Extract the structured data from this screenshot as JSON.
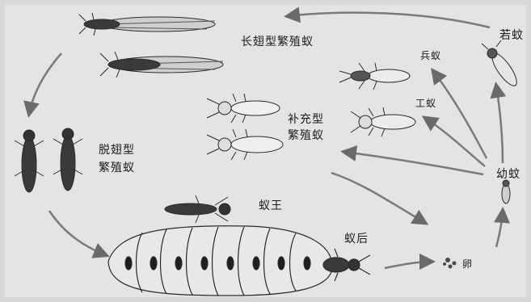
{
  "diagram": {
    "labels": {
      "long_wing": "长翅型繁殖蚁",
      "soldier": "兵蚁",
      "nymph": "若蚊",
      "worker": "工蚁",
      "supplementary_1": "补充型",
      "supplementary_2": "繁殖蚁",
      "dealate_1": "脱翅型",
      "dealate_2": "繁殖蚁",
      "larva": "幼蚊",
      "king": "蚁王",
      "queen": "蚁后",
      "egg": "卵"
    }
  }
}
